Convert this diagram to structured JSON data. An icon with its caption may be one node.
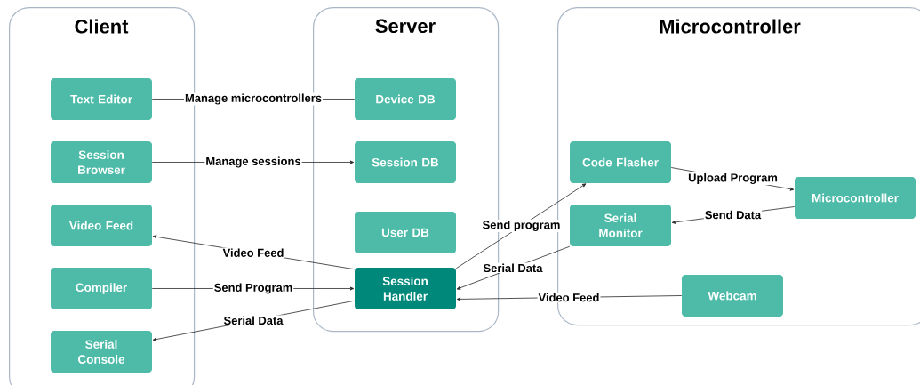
{
  "diagram": {
    "nodes": [
      {
        "text": [
          "Client"
        ]
      },
      {
        "text": [
          "Server"
        ]
      },
      {
        "text": [
          "Microcontroller"
        ]
      },
      {
        "text": [
          "Text Editor"
        ],
        "in": 0
      },
      {
        "text": [
          "Session Browser"
        ],
        "in": 0
      },
      {
        "text": [
          "Video Feed"
        ],
        "in": 0
      },
      {
        "text": [
          "Compiler"
        ],
        "in": 0
      },
      {
        "text": [
          "Serial Console"
        ],
        "in": 0
      },
      {
        "text": [
          "Device DB"
        ],
        "in": 1
      },
      {
        "text": [
          "Session DB"
        ],
        "in": 1
      },
      {
        "text": [
          "User DB"
        ],
        "in": 1
      },
      {
        "text": [
          "Session Handler"
        ],
        "in": 1
      },
      {
        "text": [
          "Code Flasher"
        ],
        "in": 2
      },
      {
        "text": [
          "Serial Monitor"
        ],
        "in": 2
      },
      {
        "text": [
          "Microcontroller"
        ],
        "in": 2
      },
      {
        "text": [
          "Webcam"
        ],
        "in": 2
      }
    ],
    "edges": [
      {
        "from": 3,
        "to": 8,
        "arrow": "none",
        "label": "Manage microcontrollers"
      },
      {
        "from": 4,
        "to": 9,
        "arrow": "to",
        "label": "Manage sessions"
      },
      {
        "from": 11,
        "to": 5,
        "arrow": "to",
        "label": "Video Feed"
      },
      {
        "from": 6,
        "to": 11,
        "arrow": "to",
        "label": "Send Program"
      },
      {
        "from": 11,
        "to": 7,
        "arrow": "to",
        "label": "Serial Data"
      },
      {
        "from": 11,
        "to": 12,
        "arrow": "to",
        "label": "Send program"
      },
      {
        "from": 13,
        "to": 11,
        "arrow": "to",
        "label": "Serial Data"
      },
      {
        "from": 12,
        "to": 14,
        "arrow": "to",
        "label": "Upload Program"
      },
      {
        "from": 14,
        "to": 13,
        "arrow": "to",
        "label": "Send Data"
      },
      {
        "from": 15,
        "to": 11,
        "arrow": "to",
        "label": "Video Feed"
      }
    ]
  }
}
